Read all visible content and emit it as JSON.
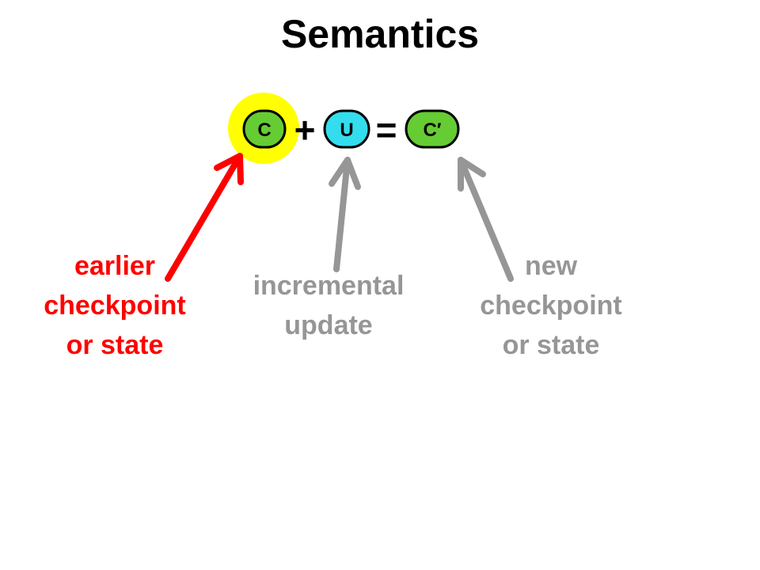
{
  "title": "Semantics",
  "equation": {
    "operand_c": "C",
    "plus": "+",
    "operand_u": "U",
    "equals": "=",
    "result": "C′"
  },
  "labels": {
    "earlier": [
      "earlier",
      "checkpoint",
      "or state"
    ],
    "incremental": [
      "incremental",
      "update"
    ],
    "new": [
      "new",
      "checkpoint",
      "or state"
    ]
  },
  "colors": {
    "highlight": "#ffff00",
    "c_fill": "#66cc33",
    "u_fill": "#33ddee",
    "c_prime_fill": "#66cc33",
    "red_arrow": "#ff0000",
    "gray_arrow": "#969696"
  }
}
